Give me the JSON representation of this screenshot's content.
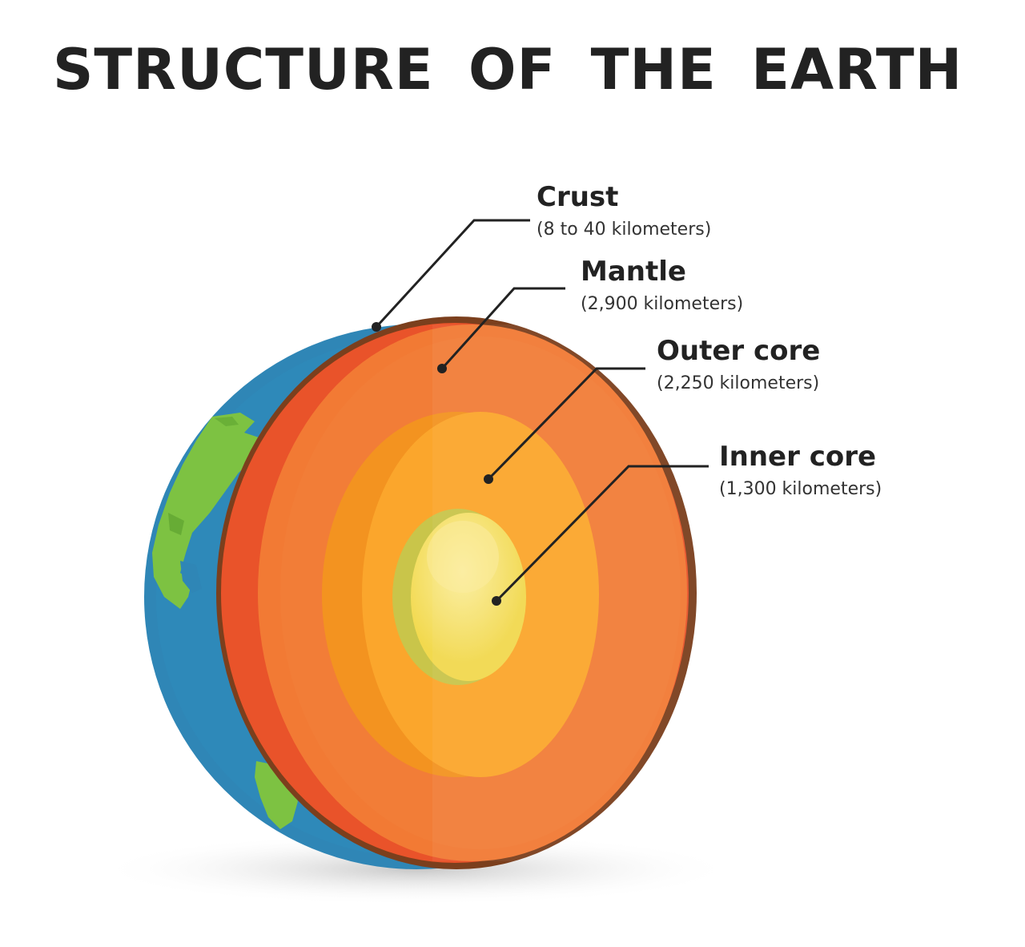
{
  "title": "STRUCTURE OF THE EARTH",
  "layers": [
    {
      "key": "crust",
      "name": "Crust",
      "detail": "(8 to 40 kilometers)"
    },
    {
      "key": "mantle",
      "name": "Mantle",
      "detail": "(2,900 kilometers)"
    },
    {
      "key": "outer_core",
      "name": "Outer core",
      "detail": "(2,250 kilometers)"
    },
    {
      "key": "inner_core",
      "name": "Inner core",
      "detail": "(1,300 kilometers)"
    }
  ],
  "colors": {
    "ocean": "#2f86b6",
    "land": "#7dc242",
    "crust": "#7b3f1d",
    "mantle": "#f27a34",
    "mantle_side": "#e9532a",
    "outer_core": "#fba62c",
    "inner_core": "#f2d94e",
    "leader_line": "#222222"
  }
}
